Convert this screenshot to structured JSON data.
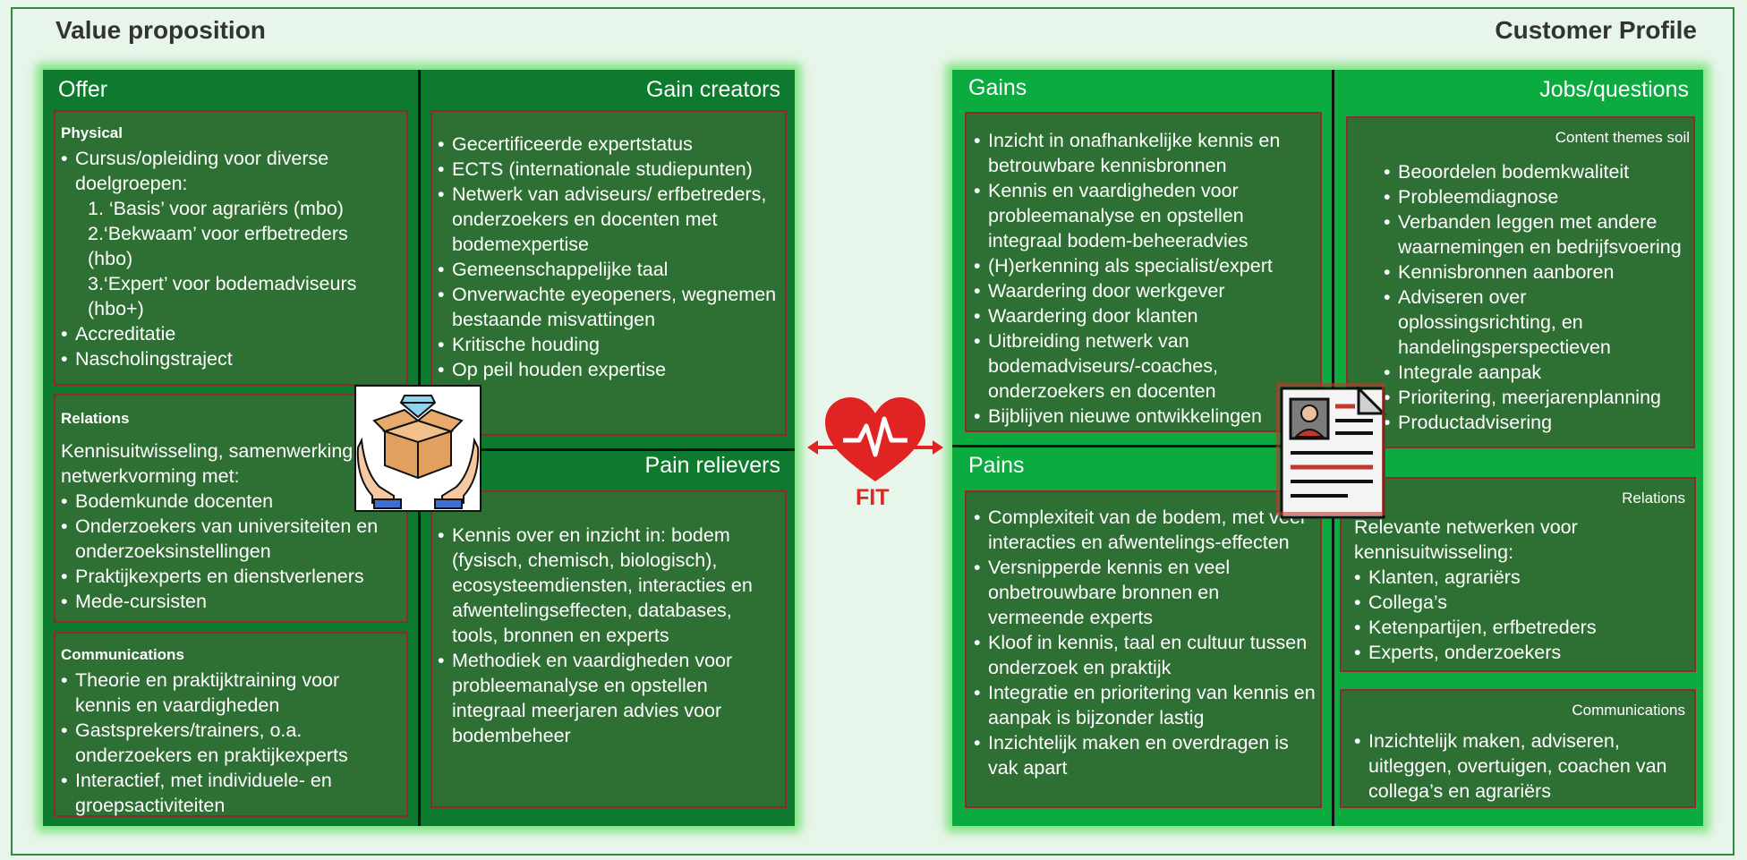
{
  "value_proposition": {
    "title": "Value proposition",
    "offer": {
      "title": "Offer",
      "physical": {
        "title": "Physical",
        "items": [
          {
            "text": "Cursus/opleiding voor diverse doelgroepen:",
            "type": "bullet"
          },
          {
            "text": "1. ‘Basis’ voor agrariërs (mbo)",
            "type": "sub"
          },
          {
            "text": "2.‘Bekwaam’ voor erfbetreders (hbo)",
            "type": "sub"
          },
          {
            "text": "3.‘Expert’ voor bodemadviseurs (hbo+)",
            "type": "sub"
          },
          {
            "text": "Accreditatie",
            "type": "bullet"
          },
          {
            "text": "Nascholingstraject",
            "type": "bullet"
          }
        ]
      },
      "relations": {
        "title": "Relations",
        "items": [
          {
            "text": "Kennisuitwisseling, samenwerking en netwerkvorming met:",
            "type": "plain"
          },
          {
            "text": "Bodemkunde docenten",
            "type": "bullet"
          },
          {
            "text": "Onderzoekers van universiteiten en onderzoeksinstellingen",
            "type": "bullet"
          },
          {
            "text": "Praktijkexperts en dienstverleners",
            "type": "bullet"
          },
          {
            "text": "Mede-cursisten",
            "type": "bullet"
          }
        ]
      },
      "communications": {
        "title": "Communications",
        "items": [
          {
            "text": "Theorie en praktijktraining voor kennis en vaardigheden",
            "type": "bullet"
          },
          {
            "text": "Gastsprekers/trainers, o.a. onderzoekers en praktijkexperts",
            "type": "bullet"
          },
          {
            "text": "Interactief, met individuele- en groepsactiviteiten",
            "type": "bullet"
          }
        ]
      }
    },
    "gain_creators": {
      "title": "Gain creators",
      "items": [
        {
          "text": "Gecertificeerde expertstatus",
          "type": "bullet"
        },
        {
          "text": "ECTS (internationale studiepunten)",
          "type": "bullet"
        },
        {
          "text": "Netwerk van adviseurs/ erfbetreders, onderzoekers en docenten met bodemexpertise",
          "type": "bullet"
        },
        {
          "text": "Gemeenschappelijke taal",
          "type": "bullet"
        },
        {
          "text": "Onverwachte eyeopeners, wegnemen bestaande misvattingen",
          "type": "bullet"
        },
        {
          "text": "Kritische houding",
          "type": "bullet"
        },
        {
          "text": "Op peil houden expertise",
          "type": "bullet"
        }
      ]
    },
    "pain_relievers": {
      "title": "Pain relievers",
      "items": [
        {
          "text": "Kennis over en inzicht in: bodem (fysisch, chemisch, biologisch), ecosysteemdiensten, interacties en afwentelingseffecten, databases, tools, bronnen en experts",
          "type": "bullet"
        },
        {
          "text": "Methodiek en vaardigheden voor probleemanalyse en opstellen integraal meerjaren advies voor bodembeheer",
          "type": "bullet"
        }
      ]
    }
  },
  "fit": {
    "label": "FIT"
  },
  "customer_profile": {
    "title": "Customer Profile",
    "gains": {
      "title": "Gains",
      "items": [
        {
          "text": "Inzicht in onafhankelijke kennis en betrouwbare kennisbronnen",
          "type": "bullet"
        },
        {
          "text": "Kennis en vaardigheden voor probleemanalyse en opstellen integraal bodem-beheeradvies",
          "type": "bullet"
        },
        {
          "text": "(H)erkenning als specialist/expert",
          "type": "bullet"
        },
        {
          "text": "Waardering door werkgever",
          "type": "bullet"
        },
        {
          "text": "Waardering door klanten",
          "type": "bullet"
        },
        {
          "text": "Uitbreiding netwerk van bodemadviseurs/-coaches, onderzoekers en docenten",
          "type": "bullet"
        },
        {
          "text": "Bijblijven nieuwe ontwikkelingen",
          "type": "bullet"
        }
      ]
    },
    "pains": {
      "title": "Pains",
      "items": [
        {
          "text": "Complexiteit van de bodem, met veel interacties en afwentelings-effecten",
          "type": "bullet"
        },
        {
          "text": "Versnipperde kennis en veel onbetrouwbare bronnen en vermeende experts",
          "type": "bullet"
        },
        {
          "text": "Kloof in kennis, taal en cultuur tussen onderzoek en praktijk",
          "type": "bullet"
        },
        {
          "text": "Integratie en prioritering van kennis en aanpak is bijzonder lastig",
          "type": "bullet"
        },
        {
          "text": "Inzichtelijk maken en overdragen is vak apart",
          "type": "bullet"
        }
      ]
    },
    "jobs": {
      "title": "Jobs/questions",
      "content": {
        "title": "Content themes soil",
        "items": [
          {
            "text": "Beoordelen bodemkwaliteit",
            "type": "bullet"
          },
          {
            "text": "Probleemdiagnose",
            "type": "bullet"
          },
          {
            "text": "Verbanden leggen met andere waarnemingen en bedrijfsvoering",
            "type": "bullet"
          },
          {
            "text": "Kennisbronnen aanboren",
            "type": "bullet"
          },
          {
            "text": "Adviseren over oplossingsrichting, en handelingsperspectieven",
            "type": "bullet"
          },
          {
            "text": "Integrale aanpak",
            "type": "bullet"
          },
          {
            "text": "Prioritering, meerjarenplanning",
            "type": "bullet"
          },
          {
            "text": "Productadvisering",
            "type": "bullet"
          }
        ]
      },
      "relations": {
        "title": "Relations",
        "items": [
          {
            "text": "Relevante netwerken voor kennisuitwisseling:",
            "type": "plain"
          },
          {
            "text": "Klanten, agrariërs",
            "type": "bullet"
          },
          {
            "text": "Collega’s",
            "type": "bullet"
          },
          {
            "text": "Ketenpartijen, erfbetreders",
            "type": "bullet"
          },
          {
            "text": "Experts, onderzoekers",
            "type": "bullet"
          }
        ]
      },
      "communications": {
        "title": "Communications",
        "items": [
          {
            "text": "Inzichtelijk maken, adviseren, uitleggen, overtuigen, coachen van collega’s en agrariërs",
            "type": "bullet"
          }
        ]
      }
    }
  },
  "colors": {
    "left_panel": "#0e7a2e",
    "right_panel": "#0bab40",
    "box_fill": "#2e6f33",
    "box_border": "#8e2c2c",
    "fit_red": "#e02424"
  },
  "icons": {
    "value_proposition": "gift-box-in-hands-icon",
    "fit": "heartbeat-heart-icon",
    "customer_profile": "profile-document-icon"
  }
}
